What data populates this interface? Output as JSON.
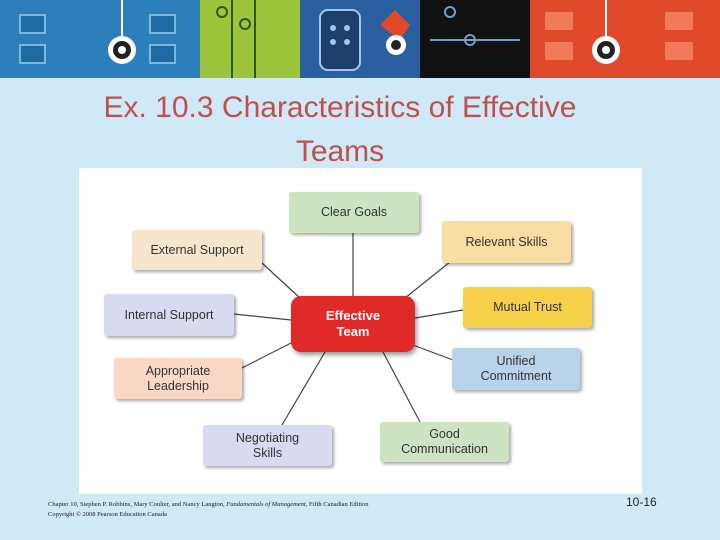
{
  "title": {
    "line1": "Ex. 10.3 Characteristics of Effective",
    "line2": "Teams"
  },
  "diagram": {
    "center": "Effective\nTeam",
    "nodes": [
      {
        "id": "clear-goals",
        "label": "Clear Goals",
        "color": "#cde3c1"
      },
      {
        "id": "relevant-skills",
        "label": "Relevant  Skills",
        "color": "#f8dea2"
      },
      {
        "id": "mutual-trust",
        "label": "Mutual Trust",
        "color": "#f7d04a"
      },
      {
        "id": "unified-commitment",
        "label": "Unified\nCommitment",
        "color": "#b9d3ea"
      },
      {
        "id": "good-communication",
        "label": "Good\nCommunication",
        "color": "#cde3c1"
      },
      {
        "id": "negotiating-skills",
        "label": "Negotiating\nSkills",
        "color": "#d8daf0"
      },
      {
        "id": "appropriate-leadership",
        "label": "Appropriate\nLeadership",
        "color": "#f9d9c6"
      },
      {
        "id": "internal-support",
        "label": "Internal Support",
        "color": "#d8daf0"
      },
      {
        "id": "external-support",
        "label": "External  Support",
        "color": "#f6e6cd"
      }
    ]
  },
  "footer": {
    "line1_prefix": "Chapter 10, Stephen P. Robbins, Mary Coulter, and Nancy Langton, ",
    "line1_book": "Fundamentals of Management",
    "line1_suffix": ", Fifth Canadian Edition",
    "line2": "Copyright © 2008 Pearson Education Canada"
  },
  "page_number": "10-16",
  "colors": {
    "title": "#c0504d",
    "center": "#e02a2a",
    "background": "#cfe9f7"
  }
}
